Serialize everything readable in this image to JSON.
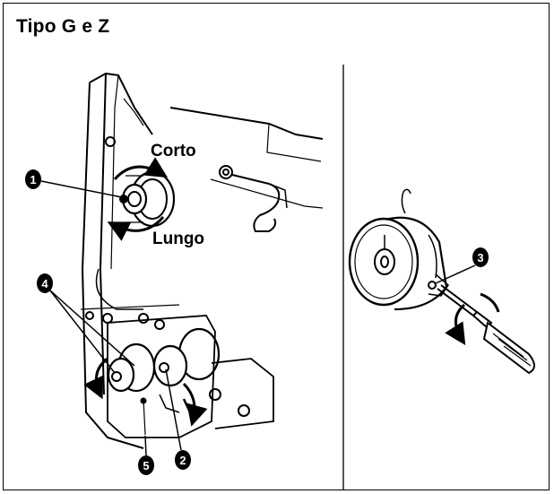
{
  "title": "Tipo G e Z",
  "labels": {
    "short": "Corto",
    "long": "Lungo"
  },
  "callouts": [
    "1",
    "2",
    "3",
    "4",
    "5"
  ]
}
